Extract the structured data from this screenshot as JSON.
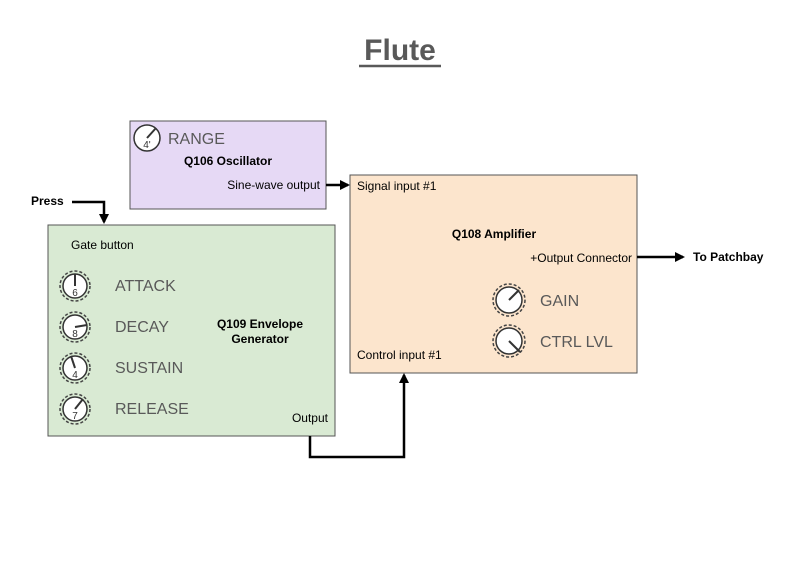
{
  "title": "Flute",
  "oscillator": {
    "name": "Q106 Oscillator",
    "knobs": [
      {
        "label": "RANGE",
        "value": "4'"
      }
    ],
    "output_port": "Sine-wave output",
    "fill": "#e6d9f5"
  },
  "envelope": {
    "name_line1": "Q109 Envelope",
    "name_line2": "Generator",
    "gate_port": "Gate button",
    "output_port": "Output",
    "fill": "#d9ead3",
    "knobs": [
      {
        "label": "ATTACK",
        "value": "6"
      },
      {
        "label": "DECAY",
        "value": "8"
      },
      {
        "label": "SUSTAIN",
        "value": "4"
      },
      {
        "label": "RELEASE",
        "value": "7"
      }
    ]
  },
  "amplifier": {
    "name": "Q108 Amplifier",
    "signal_port": "Signal input #1",
    "control_port": "Control input #1",
    "output_port": "+Output Connector",
    "fill": "#fce5cd",
    "knobs": [
      {
        "label": "GAIN"
      },
      {
        "label": "CTRL LVL"
      }
    ]
  },
  "external": {
    "press": "Press",
    "patchbay": "To Patchbay"
  }
}
